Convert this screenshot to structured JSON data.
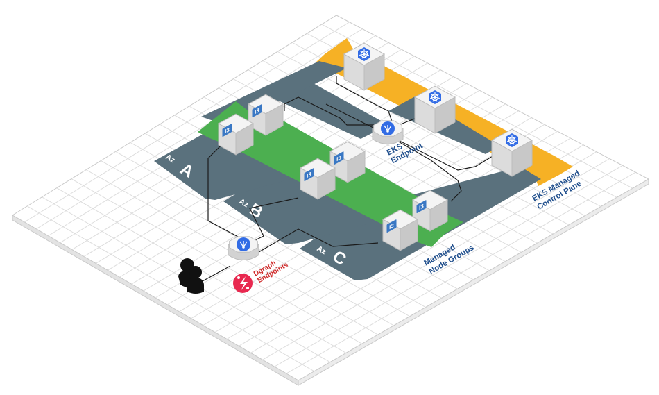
{
  "zones": [
    {
      "prefix": "Az",
      "letter": "A"
    },
    {
      "prefix": "Az",
      "letter": "B"
    },
    {
      "prefix": "Az",
      "letter": "C"
    }
  ],
  "instance_type": "I3",
  "labels": {
    "eks_endpoint": [
      "EKS",
      "Endpoint"
    ],
    "control_plane": [
      "EKS Managed",
      "Control Pane"
    ],
    "node_groups": [
      "Managed",
      "Node Groups"
    ],
    "dgraph_endpoints": [
      "Dgraph",
      "Endpoints"
    ]
  },
  "colors": {
    "grid_line": "#d6d6d6",
    "zone_fill": "#5a717d",
    "node_group_fill": "#4caf50",
    "control_plane_fill": "#f6b125",
    "label_blue": "#1f4e8c",
    "label_red": "#cf2b2b",
    "dgraph_badge": "#e8284f",
    "chip_blue": "#3a78c4"
  },
  "icons": [
    "kubernetes-icon",
    "load-balancer-icon",
    "user-icon",
    "dgraph-icon",
    "ec2-i3-icon"
  ]
}
